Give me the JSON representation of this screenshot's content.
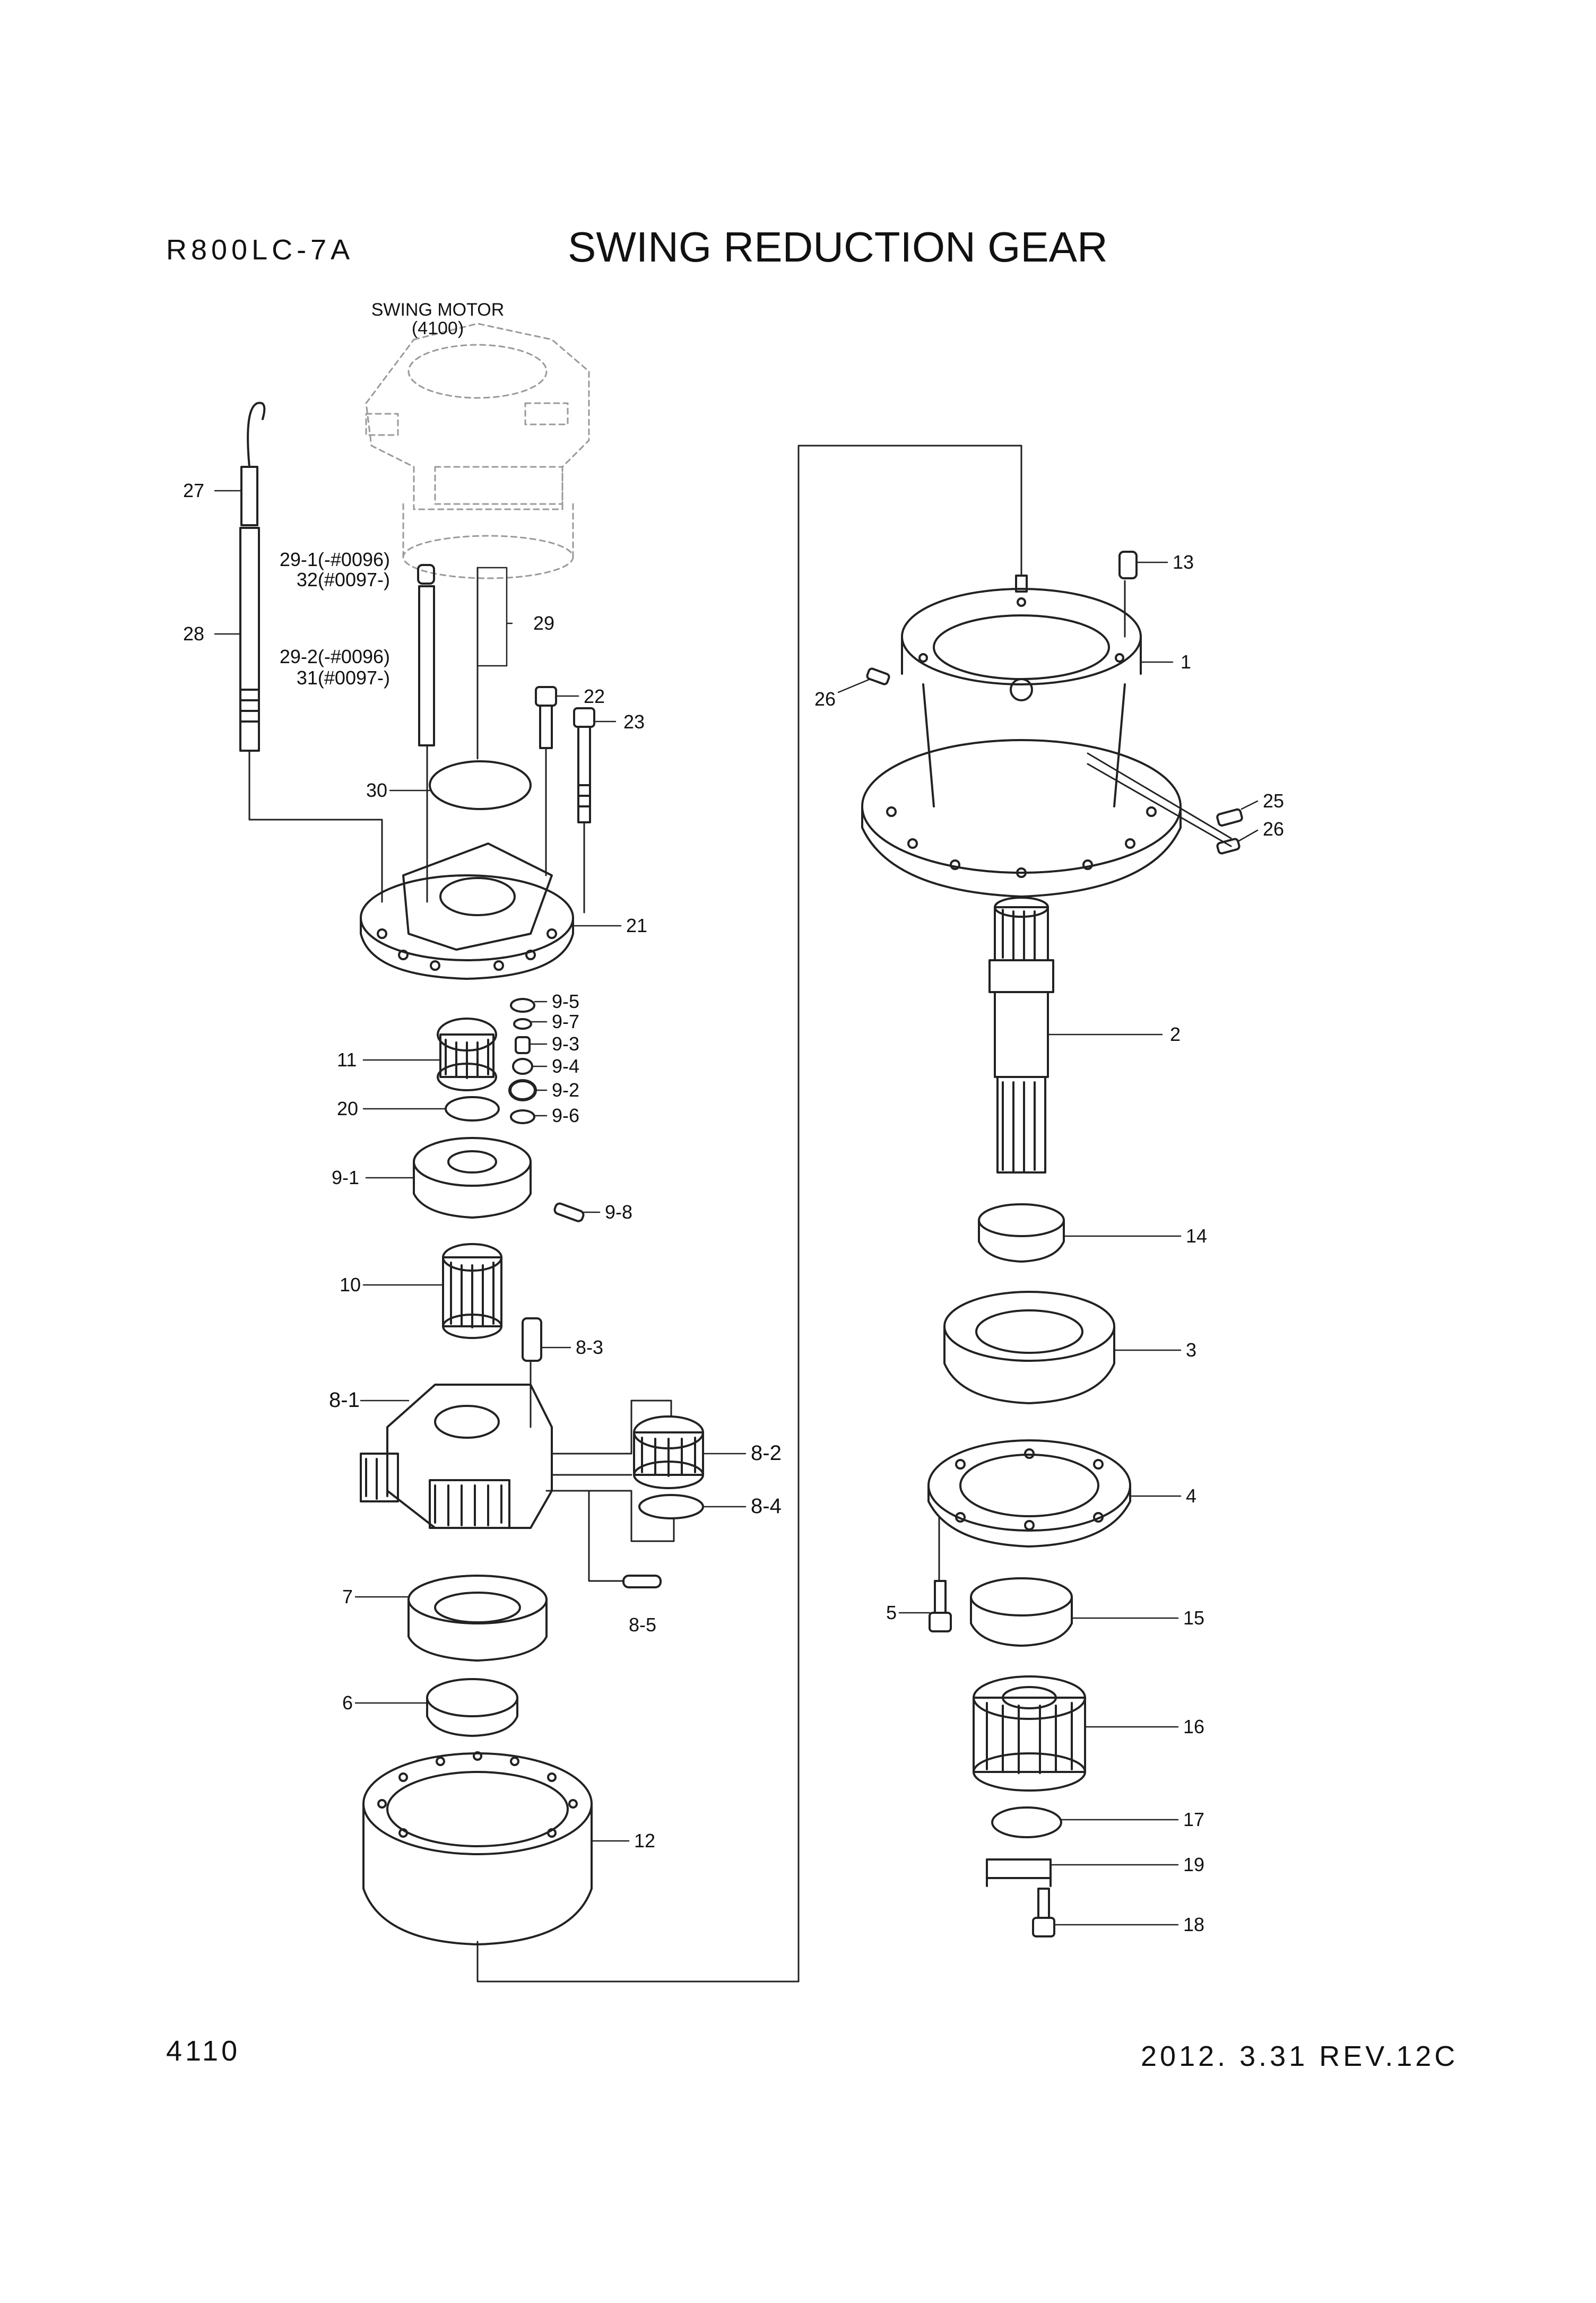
{
  "header": {
    "model": "R800LC-7A",
    "title": "SWING REDUCTION GEAR"
  },
  "footer": {
    "page_number": "4110",
    "revision": "2012. 3.31  REV.12C"
  },
  "swing_motor": {
    "label": "SWING MOTOR",
    "ref": "(4100)"
  },
  "callouts": {
    "c27": "27",
    "c28": "28",
    "c29_1": "29-1(-#0096)",
    "c32": "32(#0097-)",
    "c29": "29",
    "c29_2": "29-2(-#0096)",
    "c31": "31(#0097-)",
    "c22": "22",
    "c23": "23",
    "c30": "30",
    "c21": "21",
    "c9_5": "9-5",
    "c9_7": "9-7",
    "c9_3": "9-3",
    "c9_4": "9-4",
    "c9_2": "9-2",
    "c9_6": "9-6",
    "c11": "11",
    "c20": "20",
    "c9_1": "9-1",
    "c9_8": "9-8",
    "c10": "10",
    "c8_3": "8-3",
    "c8_1": "8-1",
    "c8_2": "8-2",
    "c8_4": "8-4",
    "c8_5": "8-5",
    "c7": "7",
    "c6": "6",
    "c12": "12",
    "c13": "13",
    "c1": "1",
    "c26a": "26",
    "c25": "25",
    "c26b": "26",
    "c2": "2",
    "c14": "14",
    "c3": "3",
    "c4": "4",
    "c5": "5",
    "c15": "15",
    "c16": "16",
    "c17": "17",
    "c19": "19",
    "c18": "18"
  },
  "colors": {
    "line": "#222222",
    "ghost": "#9a9a9a",
    "background": "#ffffff"
  }
}
